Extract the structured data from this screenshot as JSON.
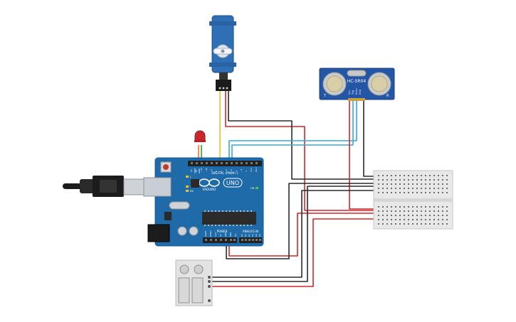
{
  "colors": {
    "background": "#ffffff",
    "board_blue": "#1f6aa8",
    "board_edge": "#175a92",
    "header_black": "#222222",
    "servo_blue": "#2f6fb5",
    "sensor_blue": "#2456a6",
    "sensor_gold": "#d8cfa8",
    "breadboard": "#e8e8e8",
    "wire_red": "#d32626",
    "wire_black": "#2a2a2a",
    "wire_blue": "#3aa7d6",
    "wire_yellow": "#e2c42a",
    "wire_orange": "#e07a22",
    "led_red": "#c8282b"
  },
  "components": {
    "arduino": {
      "model": "UNO",
      "brand": "ARDUINO",
      "digital_label": "DIGITAL (PWM~)",
      "power_label": "POWER",
      "analog_label": "ANALOG IN",
      "led_labels": [
        "L",
        "TX",
        "RX"
      ],
      "on_label": "ON",
      "aref_label": "AREF",
      "gnd_label": "GND",
      "top_pins": [
        "13",
        "12",
        "~11",
        "~10",
        "~9",
        "8",
        "7",
        "~6",
        "~5",
        "4",
        "~3",
        "2",
        "TX 1",
        "RX 0"
      ],
      "bottom_pins_power": [
        "IOREF",
        "RESET",
        "3.3V",
        "5V",
        "GND",
        "GND",
        "Vin"
      ],
      "bottom_pins_analog": [
        "A0",
        "A1",
        "A2",
        "A3",
        "A4",
        "A5"
      ]
    },
    "ultrasonic_sensor": {
      "label": "HC-SR04",
      "left_mark": "T",
      "right_mark": "R",
      "pins": [
        "Vcc",
        "Trig",
        "Echo",
        "Gnd"
      ]
    },
    "servo": {
      "icon": "servo-motor-icon"
    },
    "led": {
      "icon": "red-led-icon"
    },
    "breadboard": {
      "icon": "mini-breadboard-icon"
    },
    "relay_switches": {
      "icon": "dual-switch-module-icon"
    },
    "usb_cable": {
      "icon": "usb-b-cable-icon"
    }
  }
}
